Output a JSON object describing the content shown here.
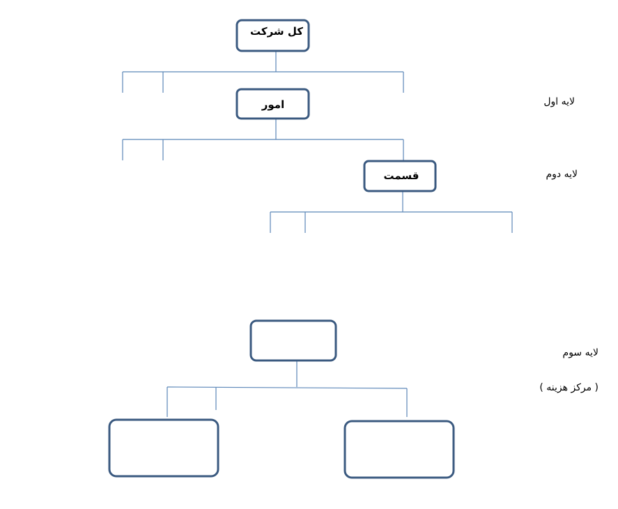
{
  "nodes": {
    "company": "کل شرکت",
    "affairs": "امور",
    "section": "قسمت",
    "cost_center": "",
    "child_left": "",
    "child_right": ""
  },
  "layers": {
    "first": "لایه اول",
    "second": "لایه دوم",
    "third": "لایه سوم",
    "third_note": "( مرکز هزینه )"
  },
  "colors": {
    "box_stroke": "#3b5a80",
    "connector": "#5b86b8"
  }
}
